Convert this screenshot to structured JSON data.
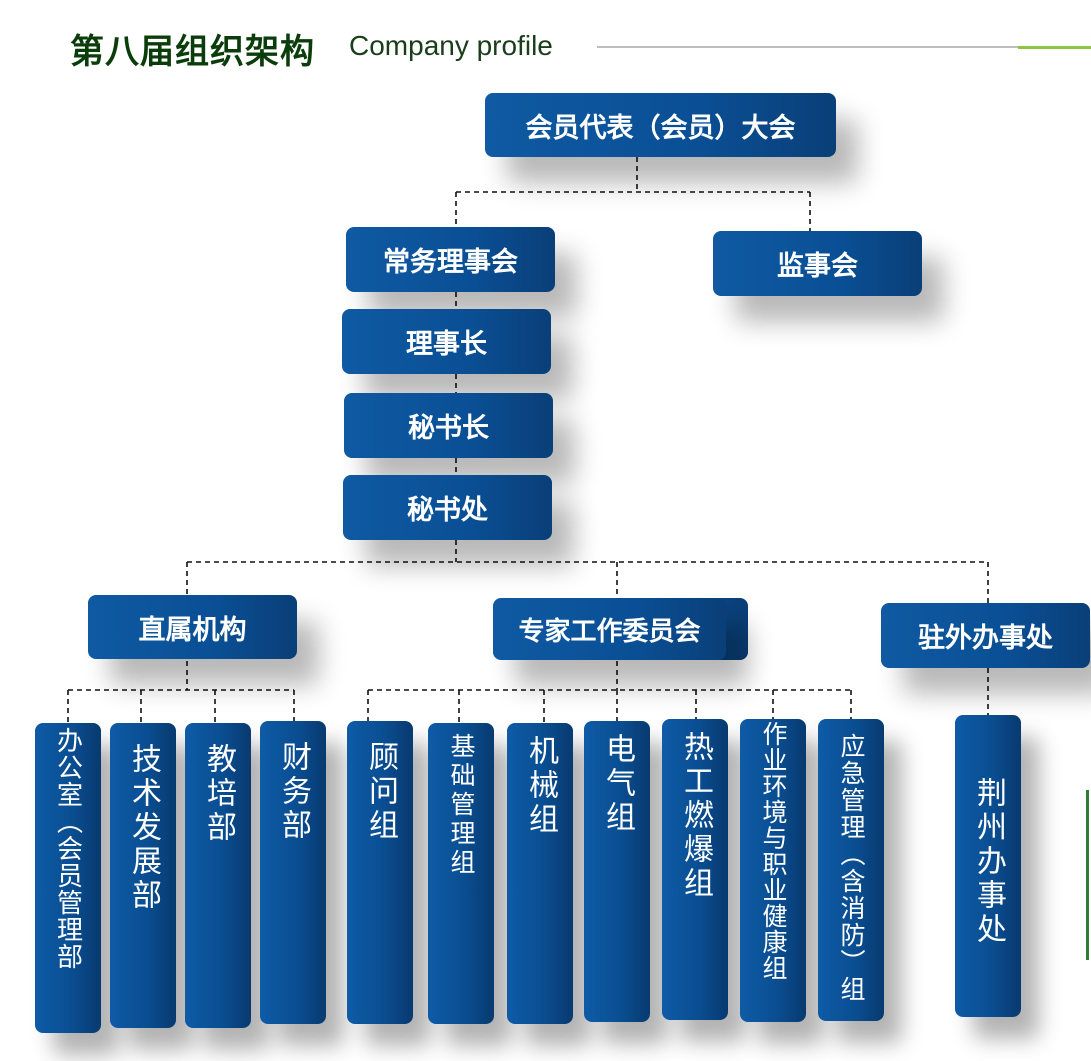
{
  "header": {
    "title": "第八届组织架构",
    "subtitle": "Company profile"
  },
  "top": {
    "assembly": "会员代表（会员）大会",
    "standing_council": "常务理事会",
    "supervisory_board": "监事会",
    "chairman": "理事长",
    "secretary_general": "秘书长",
    "secretariat": "秘书处"
  },
  "branches": {
    "direct": "直属机构",
    "experts": "专家工作委员会",
    "external": "驻外办事处"
  },
  "direct_units": [
    "办公室（会员管理部",
    "技术发展部",
    "教培部",
    "财务部"
  ],
  "expert_groups": [
    "顾问组",
    "基础管理组",
    "机械组",
    "电气组",
    "热工燃爆组",
    "作业环境与职业健康组",
    "应急管理（含消防）组"
  ],
  "offices": [
    "荆州办事处"
  ]
}
